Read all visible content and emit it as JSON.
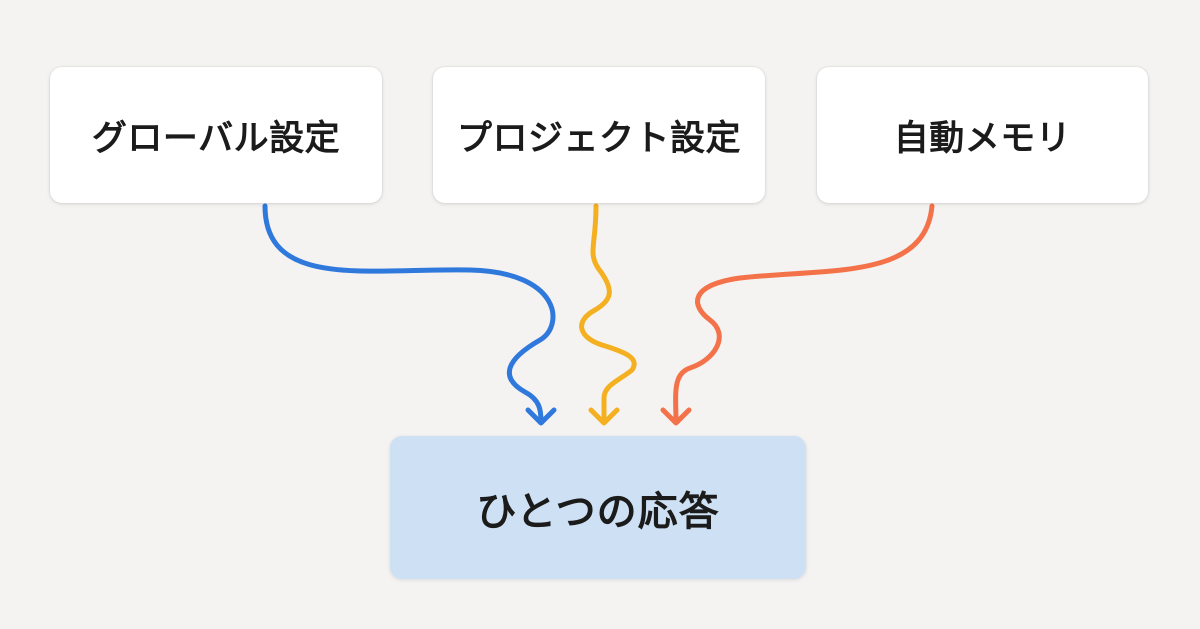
{
  "sources": [
    {
      "id": "global",
      "label": "グローバル設定",
      "color": "#2f79dc"
    },
    {
      "id": "project",
      "label": "プロジェクト設定",
      "color": "#f4b021"
    },
    {
      "id": "memory",
      "label": "自動メモリ",
      "color": "#f47249"
    }
  ],
  "target": {
    "label": "ひとつの応答"
  }
}
